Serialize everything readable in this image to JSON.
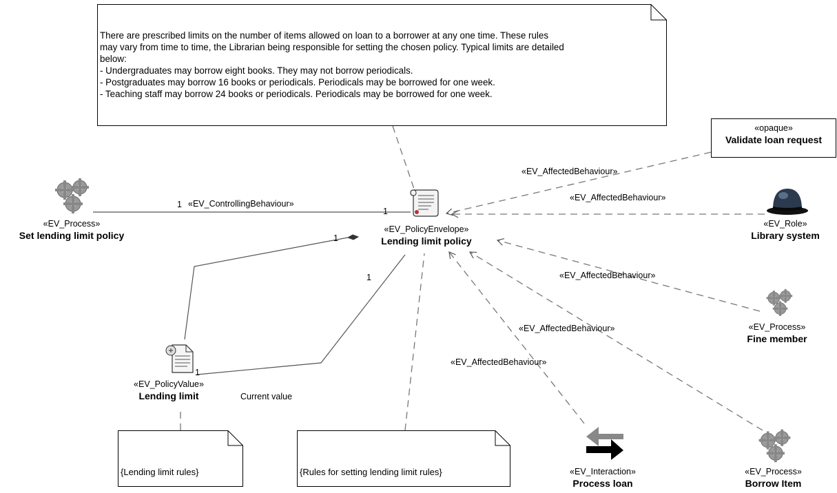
{
  "notes": {
    "main": {
      "lines": [
        "There are prescribed limits on the number of items allowed on loan to a borrower at any one time. These rules",
        "may vary from time to time, the Librarian being responsible for setting the chosen policy. Typical limits are detailed",
        "below:",
        "- Undergraduates may borrow eight books. They may not borrow periodicals.",
        "- Postgraduates may borrow 16 books or periodicals. Periodicals may be borrowed for one week.",
        "- Teaching staff may borrow 24 books or periodicals. Periodicals may be borrowed for one week."
      ]
    },
    "lending_rules": "{Lending limit rules}",
    "setting_rules": "{Rules for setting lending limit rules}"
  },
  "nodes": {
    "validate": {
      "stereotype": "«opaque»",
      "name": "Validate loan request"
    },
    "set_policy": {
      "stereotype": "«EV_Process»",
      "name": "Set lending limit policy",
      "icon": "gears-icon"
    },
    "policy_envelope": {
      "stereotype": "«EV_PolicyEnvelope»",
      "name": "Lending limit policy",
      "icon": "scroll-icon"
    },
    "library_system": {
      "stereotype": "«EV_Role»",
      "name": "Library system",
      "icon": "bowler-hat-icon"
    },
    "fine_member": {
      "stereotype": "«EV_Process»",
      "name": "Fine member",
      "icon": "gears-icon"
    },
    "policy_value": {
      "stereotype": "«EV_PolicyValue»",
      "name": "Lending limit",
      "icon": "document-icon"
    },
    "process_loan": {
      "stereotype": "«EV_Interaction»",
      "name": "Process loan",
      "icon": "exchange-arrows-icon"
    },
    "borrow_item": {
      "stereotype": "«EV_Process»",
      "name": "Borrow Item",
      "icon": "gears-icon"
    }
  },
  "edges": {
    "controlling": "«EV_ControllingBehaviour»",
    "affected": "«EV_AffectedBehaviour»",
    "current_value": "Current value",
    "mult_1": "1"
  },
  "colors": {
    "line": "#555555",
    "dash": "#777777",
    "gear": "#9a9a9a",
    "hat": "#1f2a3a"
  }
}
